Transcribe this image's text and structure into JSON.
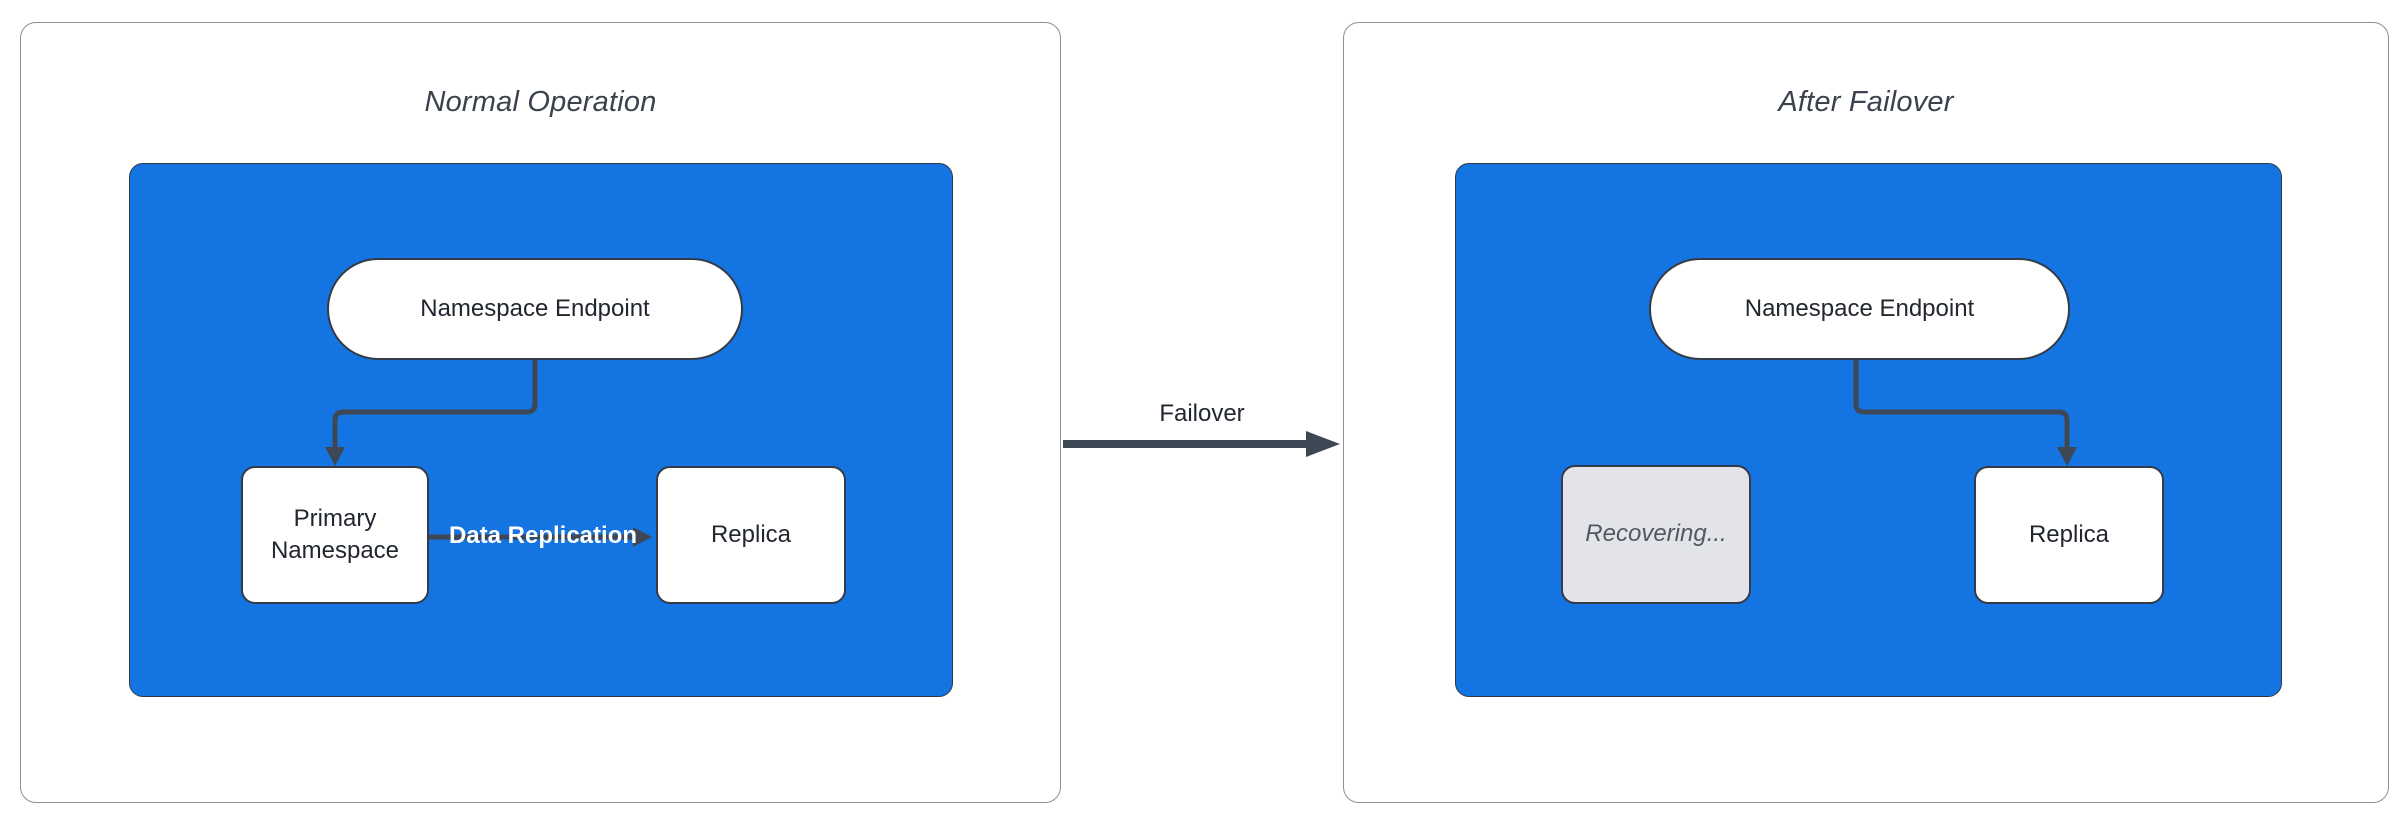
{
  "diagram": {
    "left_panel": {
      "title": "Normal Operation",
      "endpoint_label": "Namespace Endpoint",
      "primary_label": "Primary Namespace",
      "replica_label": "Replica",
      "replication_edge_label": "Data Replication"
    },
    "failover_edge_label": "Failover",
    "right_panel": {
      "title": "After Failover",
      "endpoint_label": "Namespace Endpoint",
      "recovering_label": "Recovering...",
      "replica_label": "Replica"
    },
    "colors": {
      "container_blue": "#1474e2",
      "node_white": "#ffffff",
      "node_border_dark": "#343b46",
      "recovering_gray_fill": "#e2e4e7",
      "recovering_text_gray": "#505866",
      "arrow_dark": "#3e4754",
      "panel_border_gray": "#8d9096",
      "title_text": "#3a424e",
      "replication_label_white": "#ffffff"
    }
  }
}
